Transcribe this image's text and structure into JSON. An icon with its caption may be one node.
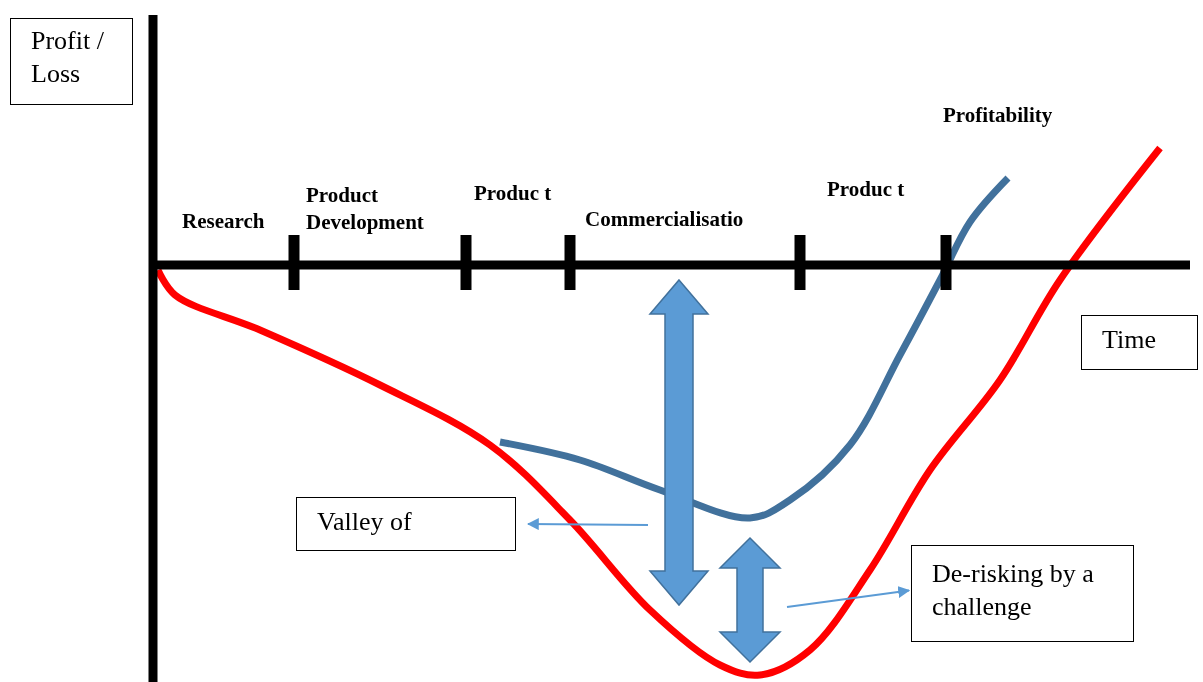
{
  "diagram": {
    "nodes": [
      {
        "text": [
          "Profit / Loss"
        ]
      },
      {
        "text": [
          "Time"
        ]
      },
      {
        "text": [
          "Valley of"
        ]
      },
      {
        "text": [
          "De-risking by a challenge"
        ]
      }
    ],
    "edges": [
      {
        "from": null,
        "to": 2,
        "arrow": "to"
      },
      {
        "from": null,
        "to": 3,
        "arrow": "to"
      }
    ],
    "labels": [
      "Profitability",
      "Research",
      "Product Development",
      "Produc t",
      "Commercialisatio",
      "Produc t"
    ]
  }
}
